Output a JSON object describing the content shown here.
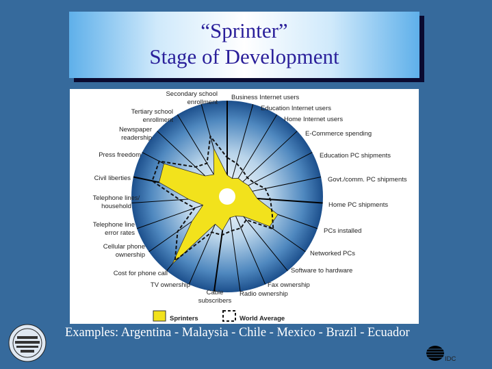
{
  "title": {
    "line1": "“Sprinter”",
    "line2": "Stage of Development"
  },
  "examples": "Examples:  Argentina - Malaysia - Chile - Mexico - Brazil - Ecuador",
  "logos": {
    "left_seal": "seal-logo",
    "right": "IDC"
  },
  "colors": {
    "background": "#366a9c",
    "title": "#2a1f9a",
    "sprinters": "#f2e21c",
    "disc_edge": "#1c4f8c"
  },
  "chart_data": {
    "type": "radar",
    "scale": [
      0,
      100
    ],
    "axes": [
      "Business Internet users",
      "Education Internet users",
      "Home Internet users",
      "E-Commerce spending",
      "Education PC shipments",
      "Govt./comm. PC shipments",
      "Home PC shipments",
      "PCs installed",
      "Networked PCs",
      "Software to hardware",
      "Fax ownership",
      "Radio ownership",
      "Cable subscribers",
      "TV ownership",
      "Cost for phone call",
      "Cellular phone ownership",
      "Telephone line error rates",
      "Telephone lines/ household",
      "Civil liberties",
      "Press freedom",
      "Newspaper readership",
      "Tertiary school enrollment",
      "Secondary school enrollment"
    ],
    "series": [
      {
        "name": "Sprinters",
        "values": [
          15,
          12,
          15,
          15,
          18,
          20,
          25,
          52,
          50,
          20,
          15,
          15,
          30,
          25,
          90,
          40,
          20,
          35,
          70,
          72,
          25,
          20,
          48
        ]
      },
      {
        "name": "World Average",
        "values": [
          35,
          30,
          25,
          22,
          25,
          35,
          40,
          45,
          55,
          25,
          30,
          30,
          35,
          35,
          85,
          60,
          30,
          45,
          78,
          78,
          40,
          35,
          62
        ]
      }
    ],
    "legend": {
      "placement": "bottom",
      "entries": [
        "Sprinters",
        "World Average"
      ]
    }
  }
}
